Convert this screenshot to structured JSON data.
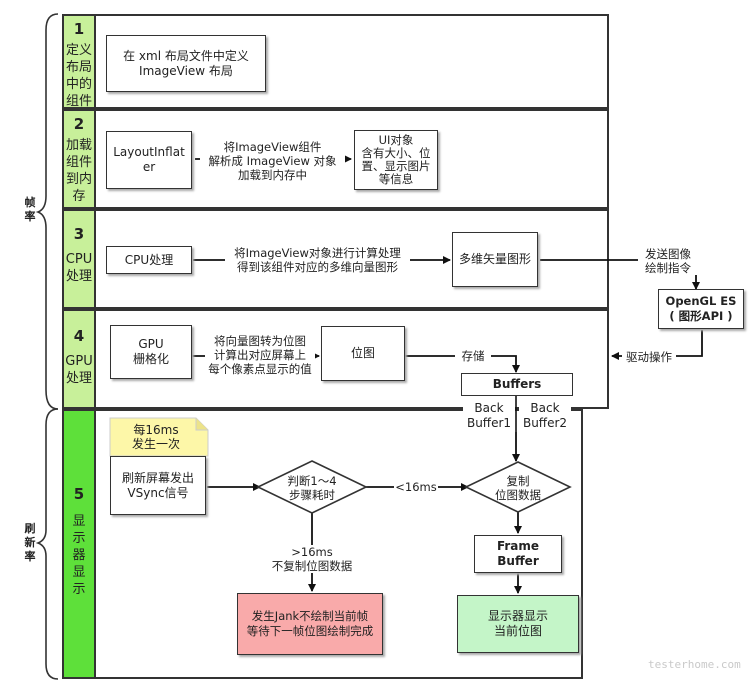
{
  "side_labels": {
    "frame_rate": "帧\n率",
    "refresh_rate": "刷\n新\n率"
  },
  "steps": [
    {
      "num": "1",
      "label": "定义\n布局\n中的\n组件"
    },
    {
      "num": "2",
      "label": "加载\n组件\n到内\n存"
    },
    {
      "num": "3",
      "label": "CPU\n处理"
    },
    {
      "num": "4",
      "label": "GPU\n处理"
    },
    {
      "num": "5",
      "label": "显\n示\n器\n显\n示"
    }
  ],
  "nodes": {
    "xml_layout": "在 xml 布局文件中定义\nImageView 布局",
    "layout_inflater": "LayoutInflat\ner",
    "inflate_text": "将ImageView组件\n解析成 ImageView 对象\n加载到内存中",
    "ui_object": "UI对象\n含有大小、位\n置、显示图片\n等信息",
    "cpu_process": "CPU处理",
    "cpu_text": "将ImageView对象进行计算处理\n得到该组件对应的多维向量图形",
    "vector_graphic": "多维矢量图形",
    "send_cmd": "发送图像\n绘制指令",
    "opengl": "OpenGL ES\n( 图形API )",
    "driver": "驱动操作",
    "gpu_raster": "GPU\n栅格化",
    "gpu_text": "将向量图转为位图\n计算出对应屏幕上\n每个像素点显示的值",
    "bitmap": "位图",
    "store": "存储",
    "buffers": "Buffers",
    "back_buffer1": "Back\nBuffer1",
    "back_buffer2": "Back\nBuffer2",
    "note": "每16ms\n发生一次",
    "vsync": "刷新屏幕发出\nVSync信号",
    "judge": "判断1～4\n步骤耗时",
    "lt16": "<16ms",
    "copy": "复制\n位图数据",
    "gt16": ">16ms\n不复制位图数据",
    "frame_buffer": "Frame\nBuffer",
    "jank": "发生Jank不绘制当前帧\n等待下一帧位图绘制完成",
    "display": "显示器显示\n当前位图"
  },
  "watermark": "testerhome.com"
}
